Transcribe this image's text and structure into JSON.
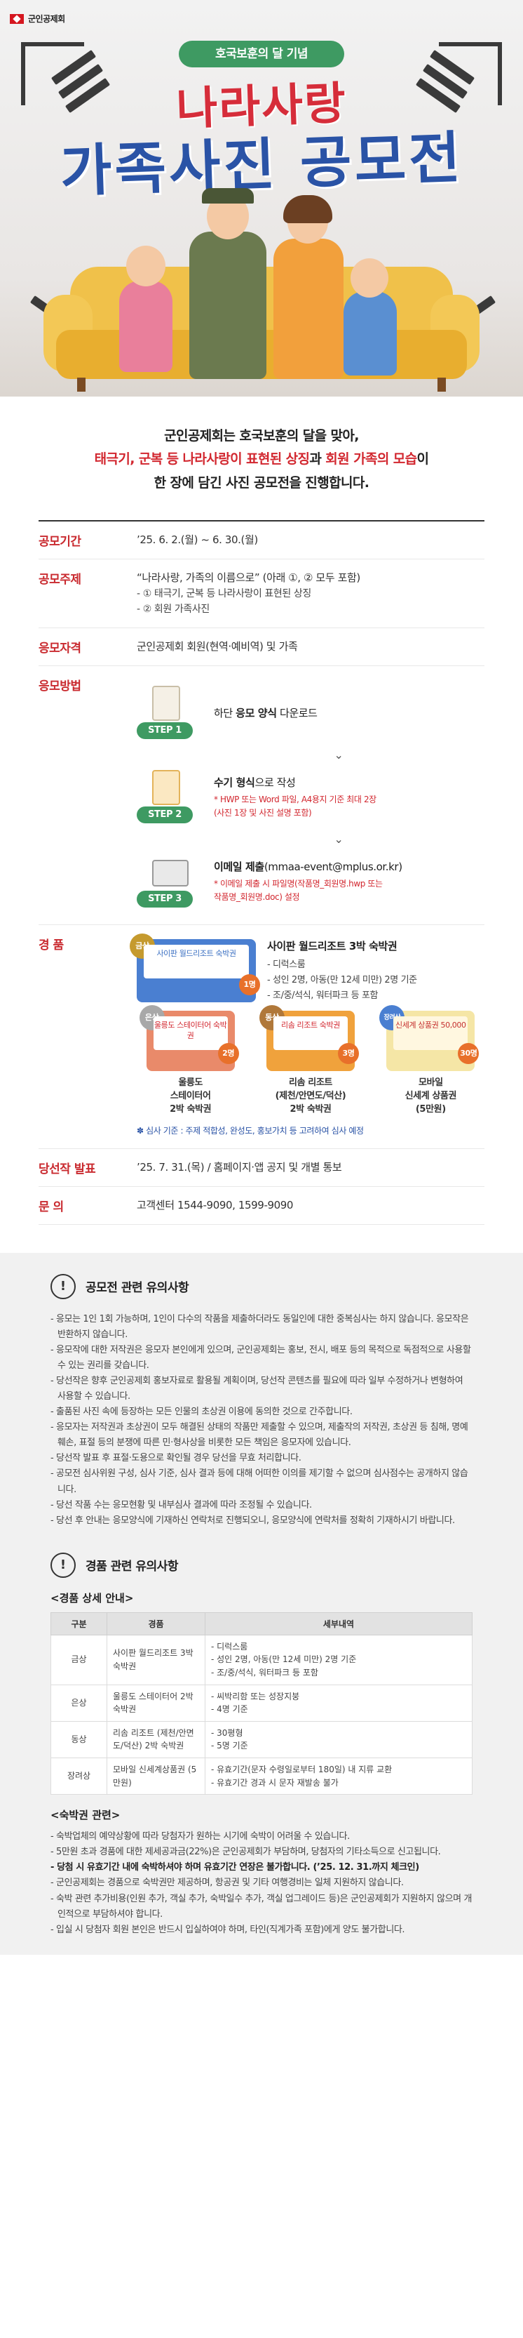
{
  "brand": {
    "name": "군인공제회"
  },
  "hero": {
    "subtitle": "호국보훈의 달 기념",
    "title_line1": "나라사랑",
    "title_line2": "가족사진 공모전"
  },
  "intro": {
    "line1": "군인공제회는 호국보훈의 달을 맞아,",
    "line2_hl1": "태극기, 군복 등 나라사랑이 표현된 상징",
    "line2_mid": "과 ",
    "line2_hl2": "회원 가족의 모습",
    "line2_end": "이",
    "line3": "한 장에 담긴 사진 공모전을 진행합니다."
  },
  "info": {
    "period_label": "공모기간",
    "period_value": "’25. 6. 2.(월) ~ 6. 30.(월)",
    "theme_label": "공모주제",
    "theme_line1": "“나라사랑, 가족의 이름으로” (아래 ①, ② 모두 포함)",
    "theme_line2": "- ① 태극기, 군복 등 나라사랑이 표현된 상징",
    "theme_line3": "- ② 회원 가족사진",
    "eligibility_label": "응모자격",
    "eligibility_value": "군인공제회 회원(현역·예비역) 및 가족",
    "method_label": "응모방법",
    "prize_label": "경       품",
    "announce_label": "당선작 발표",
    "announce_value": "’25. 7. 31.(목) / 홈페이지·앱 공지 및 개별 통보",
    "contact_label": "문       의",
    "contact_value": "고객센터 1544-9090, 1599-9090"
  },
  "steps": [
    {
      "badge": "STEP 1",
      "title_pre": "하단 ",
      "title_bold": "응모 양식",
      "title_post": " 다운로드",
      "note1": "",
      "note2": ""
    },
    {
      "badge": "STEP 2",
      "title_pre": "",
      "title_bold": "수기 형식",
      "title_post": "으로 작성",
      "note1": "* HWP 또는 Word 파일, A4용지 기준 최대 2장",
      "note2": "(사진 1장 및 사진 설명 포함)"
    },
    {
      "badge": "STEP 3",
      "title_pre": "",
      "title_bold": "이메일 제출",
      "title_post": "(mmaa-event@mplus.or.kr)",
      "note1": "* 이메일 제출 시 파일명(작품명_회원명.hwp 또는",
      "note2": "작품명_회원명.doc) 설정"
    }
  ],
  "prizes": {
    "gold": {
      "tag": "금상",
      "card": "사이판 월드리조트 숙박권",
      "count": "1명",
      "title": "사이판 월드리조트 3박 숙박권",
      "lines": [
        "- 디럭스룸",
        "- 성인 2명, 아동(만 12세 미만) 2명 기준",
        "- 조/중/석식, 워터파크 등 포함"
      ]
    },
    "silver": {
      "tag": "은상",
      "card": "울릉도 스테이터어 숙박권",
      "count": "2명",
      "name1": "울릉도",
      "name2": "스테이터어",
      "name3": "2박 숙박권"
    },
    "bronze": {
      "tag": "동상",
      "card": "리솜 리조트 숙박권",
      "count": "3명",
      "name1": "리솜 리조트",
      "name2": "(제천/안면도/덕산)",
      "name3": "2박 숙박권"
    },
    "encourage": {
      "tag": "장려상",
      "card": "신세계 상품권 50,000",
      "count": "30명",
      "name1": "모바일",
      "name2": "신세계 상품권",
      "name3": "(5만원)"
    },
    "judge_note": "✽ 심사 기준 : 주제 적합성, 완성도, 홍보가치 등 고려하여 심사 예정"
  },
  "notice1": {
    "title": "공모전 관련 유의사항",
    "items": [
      "- 응모는 1인 1회 가능하며, 1인이 다수의 작품을 제출하더라도 동일인에 대한 중복심사는 하지 않습니다. 응모작은 반환하지 않습니다.",
      "- 응모작에 대한 저작권은 응모자 본인에게 있으며, 군인공제회는 홍보, 전시, 배포 등의 목적으로 독점적으로 사용할 수 있는 권리를 갖습니다.",
      "- 당선작은 향후 군인공제회 홍보자료로 활용될 계획이며, 당선작 콘텐츠를 필요에 따라 일부 수정하거나 변형하여 사용할 수 있습니다.",
      "- 출품된 사진 속에 등장하는 모든 인물의 초상권 이용에 동의한 것으로 간주합니다.",
      "- 응모자는 저작권과 초상권이 모두 해결된 상태의 작품만 제출할 수 있으며, 제출작의 저작권, 초상권 등 침해, 명예훼손, 표절 등의 분쟁에 따른 민·형사상을 비롯한 모든 책임은 응모자에 있습니다.",
      "- 당선작 발표 후 표절·도용으로 확인될 경우 당선을 무효 처리합니다.",
      "- 공모전 심사위원 구성, 심사 기준, 심사 결과 등에 대해 어떠한 이의를 제기할 수 없으며 심사점수는 공개하지 않습니다.",
      "- 당선 작품 수는 응모현황 및 내부심사 결과에 따라 조정될 수 있습니다.",
      "- 당선 후 안내는 응모양식에 기재하신 연락처로 진행되오니, 응모양식에 연락처를 정확히 기재하시기 바랍니다."
    ]
  },
  "notice2": {
    "title": "경품 관련 유의사항",
    "detail_head": "<경품 상세 안내>",
    "table_head": [
      "구분",
      "경품",
      "세부내역"
    ],
    "table_rows": [
      {
        "rank": "금상",
        "prize": "사이판 월드리조트 3박 숙박권",
        "detail": "- 디럭스룸\n- 성인 2명, 아동(만 12세 미만) 2명 기준\n- 조/중/석식, 워터파크 등 포함"
      },
      {
        "rank": "은상",
        "prize": "울릉도 스테이터어 2박 숙박권",
        "detail": "- 씨박리함 또는 성장지붕\n- 4명 기준"
      },
      {
        "rank": "동상",
        "prize": "리솜 리조트 (제천/안면도/덕산) 2박 숙박권",
        "detail": "- 30평형\n- 5명 기준"
      },
      {
        "rank": "장려상",
        "prize": "모바일 신세계상품권 (5만원)",
        "detail": "- 유효기간(문자 수령일로부터 180일) 내 지류 교환\n- 유효기간 경과 시 문자 재발송 불가"
      }
    ],
    "stay_head": "<숙박권 관련>",
    "stay_items": [
      "- 숙박업체의 예약상황에 따라 당첨자가 원하는 시기에 숙박이 어려울 수 있습니다.",
      "- 5만원 초과 경품에 대한 제세공과금(22%)은 군인공제회가 부담하며, 당첨자의 기타소득으로 신고됩니다.",
      "- 당첨 시 유효기간 내에 숙박하셔야 하며 유효기간 연장은 불가합니다. (’25. 12. 31.까지 체크인)",
      "- 군인공제회는 경품으로 숙박권만 제공하며, 항공권 및 기타 여행경비는 일체 지원하지 않습니다.",
      "- 숙박 관련 추가비용(인원 추가, 객실 추가, 숙박일수 추가, 객실 업그레이드 등)은 군인공제회가 지원하지 않으며 개인적으로 부담하셔야 합니다.",
      "- 입실 시 당첨자 회원 본인은 반드시 입실하여야 하며, 타인(직계가족 포함)에게 양도 불가합니다."
    ]
  }
}
